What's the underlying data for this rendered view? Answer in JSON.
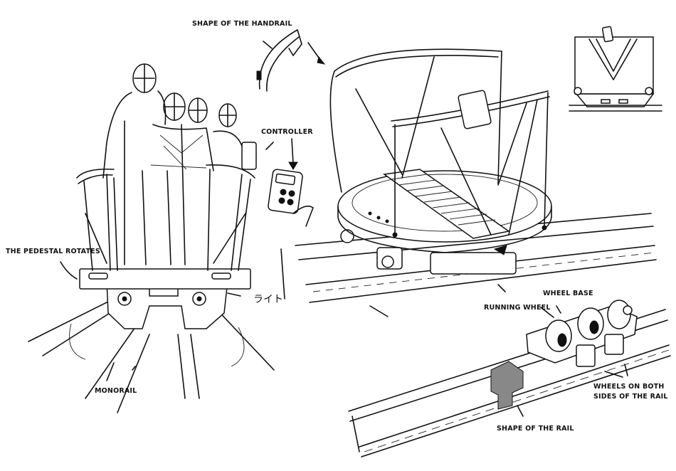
{
  "labels": {
    "handrail": "SHAPE OF THE HANDRAIL",
    "controller": "CONTROLLER",
    "pedestal": "THE PEDESTAL ROTATES",
    "light_jp": "ライト",
    "monorail": "MONORAIL",
    "running_wheel": "RUNNING WHEEL",
    "wheel_base": "WHEEL BASE",
    "wheels_sides_line1": "WHEELS ON BOTH",
    "wheels_sides_line2": "SIDES OF THE RAIL",
    "rail_shape": "SHAPE OF THE RAIL"
  }
}
